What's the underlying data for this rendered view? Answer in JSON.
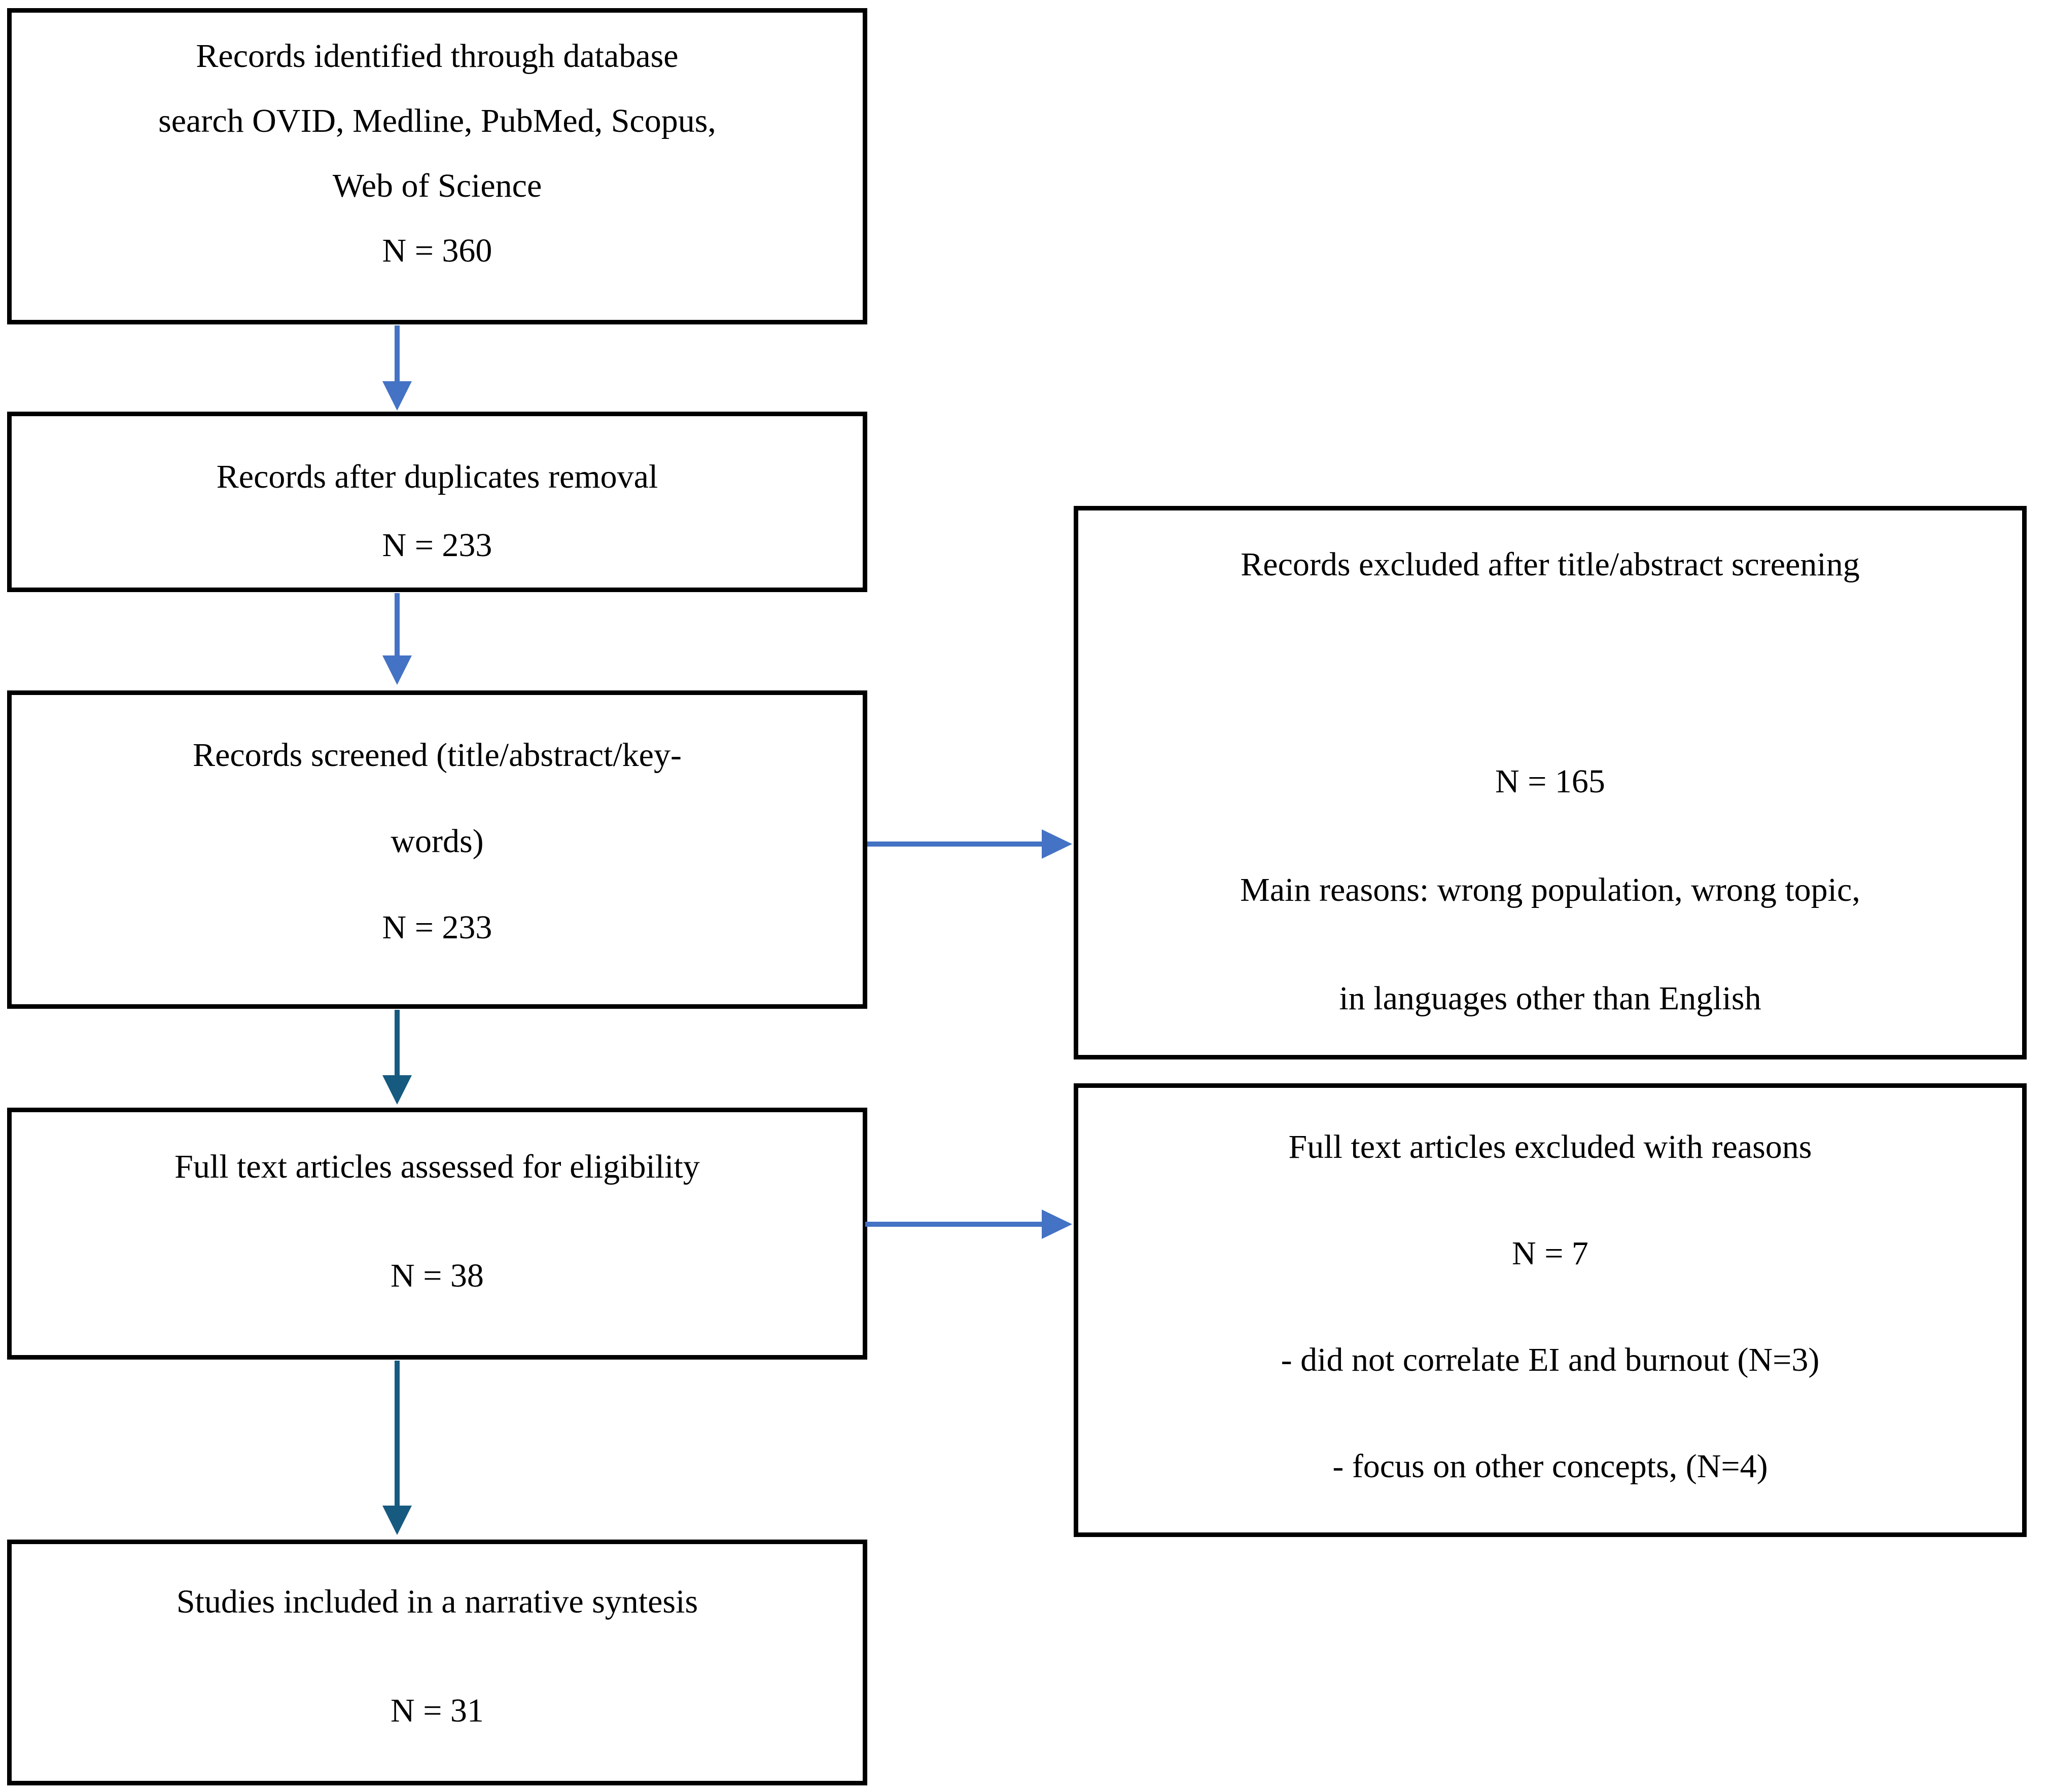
{
  "colors": {
    "arrow_blue": "#4472C4",
    "arrow_teal": "#175A80",
    "box_border": "#000000",
    "page_bg": "#FFFFFF",
    "text_color": "#000000"
  },
  "boxes": {
    "identified": {
      "lines": [
        "Records identified through database",
        "search OVID, Medline, PubMed, Scopus,",
        "Web of Science",
        "N = 360"
      ]
    },
    "duplicates": {
      "lines": [
        "Records after duplicates removal",
        "N = 233"
      ]
    },
    "screened": {
      "lines": [
        "Records screened (title/abstract/key-",
        "words)",
        "N = 233"
      ]
    },
    "fulltext": {
      "lines": [
        "Full text articles assessed for eligibility",
        "N = 38"
      ]
    },
    "included": {
      "lines": [
        "Studies included in a narrative syntesis",
        "N = 31"
      ]
    },
    "excluded_screening": {
      "lines": [
        "Records excluded after title/abstract screening",
        "",
        "N = 165",
        "Main reasons: wrong population, wrong topic,",
        "in languages other than English"
      ]
    },
    "excluded_fulltext": {
      "lines": [
        "Full text articles excluded with reasons",
        "N = 7",
        "- did not correlate EI and burnout (N=3)",
        "- focus on other concepts, (N=4)"
      ]
    }
  }
}
